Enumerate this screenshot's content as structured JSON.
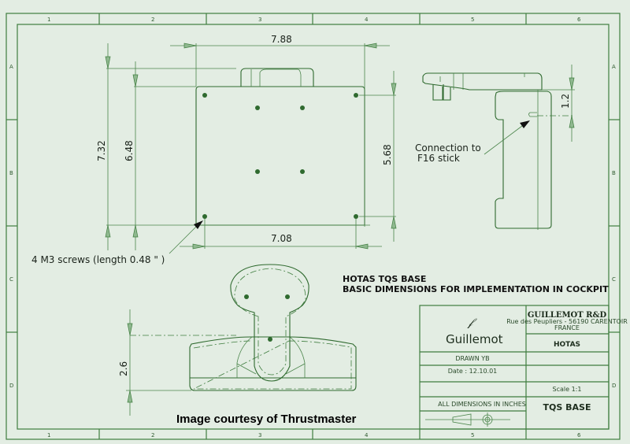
{
  "border": {
    "columns": [
      "1",
      "2",
      "3",
      "4",
      "5",
      "6"
    ],
    "rows": [
      "A",
      "B",
      "C",
      "D"
    ]
  },
  "top_view": {
    "dim_width_overall": "7.88",
    "dim_height_overall": "7.32",
    "dim_height_plate": "6.48",
    "dim_hole_vertical": "5.68",
    "dim_hole_horizontal": "7.08",
    "screw_note": "4 M3 screws (length  0.48 \" )"
  },
  "side_view": {
    "dim_offset": "1.2",
    "connection_note_line1": "Connection to",
    "connection_note_line2": "F16 stick"
  },
  "front_view": {
    "dim_height": "2.6"
  },
  "title": {
    "line1": "HOTAS TQS BASE",
    "line2": "BASIC DIMENSIONS FOR IMPLEMENTATION IN COCKPIT"
  },
  "title_block": {
    "company_logo_text": "Guillemot",
    "company": "GUILLEMOT R&D",
    "address": "Rue des Peupliers - 56190 CARENTOIR",
    "country": "FRANCE",
    "project": "HOTAS",
    "drawn_by": "DRAWN YB",
    "date": "Date : 12.10.01",
    "scale": "Scale 1:1",
    "units": "ALL DIMENSIONS IN INCHES",
    "part_name": "TQS BASE"
  },
  "credit": "Image courtesy of Thrustmaster",
  "colors": {
    "background": "#e3ede3",
    "line": "#3f7d3f"
  }
}
